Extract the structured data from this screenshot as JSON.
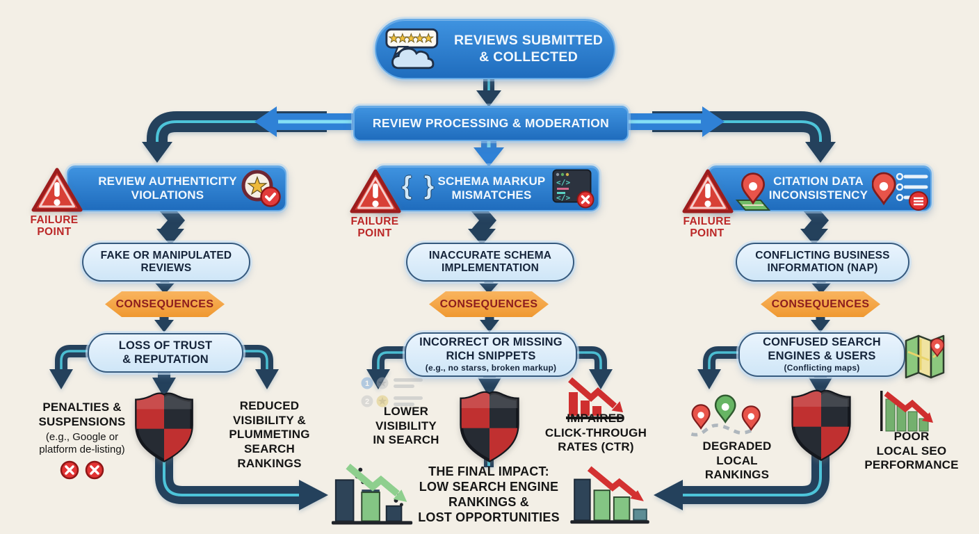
{
  "start": {
    "label": "REVIEWS SUBMITTED\n& COLLECTED"
  },
  "process": {
    "label": "REVIEW PROCESSING & MODERATION"
  },
  "labels": {
    "failure": "FAILURE\nPOINT",
    "consequences": "CONSEQUENCES"
  },
  "columns": [
    {
      "header": "REVIEW AUTHENTICITY\nVIOLATIONS",
      "issue": "FAKE OR MANIPULATED\nREVIEWS",
      "result": "LOSS OF TRUST\n& REPUTATION",
      "result_note": "",
      "outcome_left": "PENALTIES &\nSUSPENSIONS",
      "outcome_left_note": "(e.g., Google or\nplatform de-listing)",
      "outcome_right": "REDUCED\nVISIBILITY &\nPLUMMETING\nSEARCH RANKINGS"
    },
    {
      "header": "SCHEMA MARKUP\nMISMATCHES",
      "issue": "INACCURATE SCHEMA\nIMPLEMENTATION",
      "result": "INCORRECT OR MISSING\nRICH SNIPPETS",
      "result_note": "(e.g., no starss, broken markup)",
      "outcome_left": "LOWER\nVISIBILITY\nIN SEARCH",
      "outcome_left_note": "",
      "outcome_right": "IMPAIRED\nCLICK-THROUGH\nRATES (CTR)"
    },
    {
      "header": "CITATION DATA\nINCONSISTENCY",
      "issue": "CONFLICTING BUSINESS\nINFORMATION (NAP)",
      "result": "CONFUSED SEARCH\nENGINES & USERS",
      "result_note": "(Conflicting maps)",
      "outcome_left": "DEGRADED\nLOCAL RANKINGS",
      "outcome_left_note": "",
      "outcome_right": "POOR\nLOCAL SEO\nPERFORMANCE"
    }
  ],
  "final": {
    "label": "THE FINAL IMPACT:\nLOW SEARCH ENGINE\nRANKINGS &\nLOST OPPORTUNITIES"
  },
  "icons": {
    "start": "speech-bubble-five-stars-cloud",
    "col1_badge": "star-circle-with-red-check",
    "col2_left": "curly-braces",
    "col2_badge": "code-window-with-red-x",
    "col3_left": "map-pin-on-green-map",
    "col3_badge": "pin-list-with-red-badge",
    "failure": "red-warning-triangle",
    "shield": "red-black-quartered-shield",
    "penalties": "two-red-x-circles",
    "lower_visibility": "faded-search-results-list",
    "ctr": "red-declining-bar-chart-arrow",
    "degraded": "map-pins-dashed-path",
    "poor_seo": "green-bars-red-declining-arrow",
    "confused_maps": "folded-map-with-pin",
    "final_left": "crumbling-bar-chart-green-arrow",
    "final_right": "bar-chart-red-declining-arrow"
  },
  "colors": {
    "background": "#f3efe6",
    "banner_blue": "#2f81d6",
    "navy_arrow": "#24415c",
    "cyan_glow": "#55dcef",
    "light_pill": "#d9eaf8",
    "orange": "#f4a443",
    "failure_red": "#bb2727",
    "shield_red": "#c03030",
    "shield_black": "#262b33"
  }
}
